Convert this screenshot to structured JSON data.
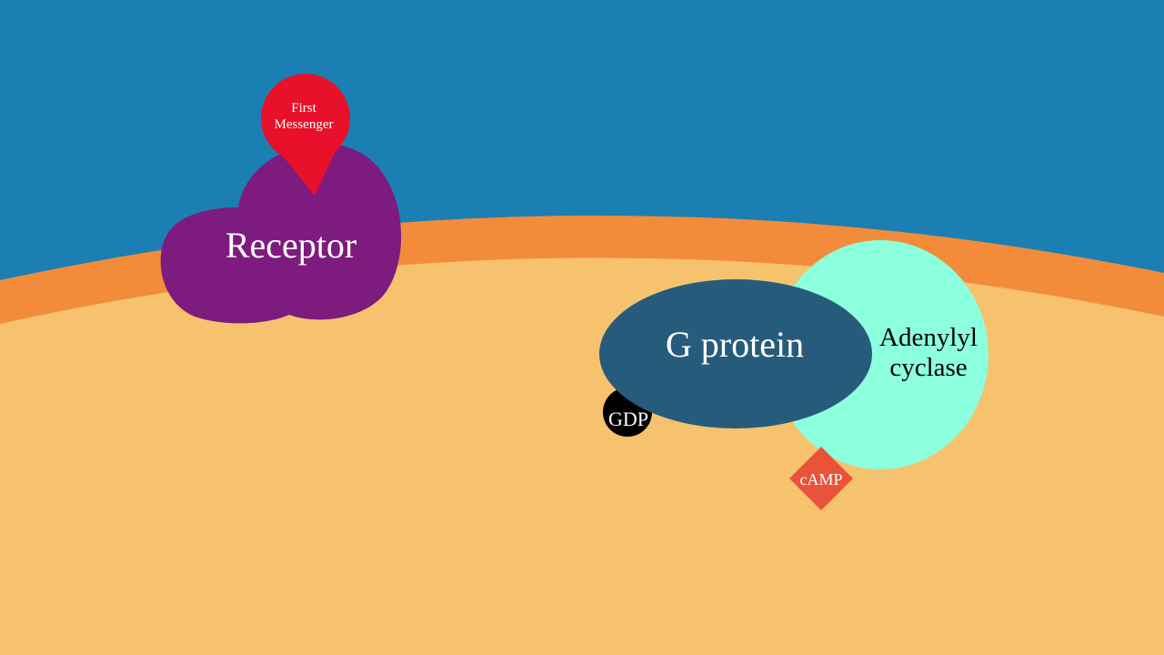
{
  "labels": {
    "first_messenger_line1": "First",
    "first_messenger_line2": "Messenger",
    "receptor": "Receptor",
    "g_protein": "G protein",
    "adenylyl_cyclase_line1": "Adenylyl",
    "adenylyl_cyclase_line2": "cyclase",
    "gdp": "GDP",
    "camp": "cAMP"
  },
  "colors": {
    "extracellular": "#1b7fb3",
    "membrane": "#f28c3a",
    "cytoplasm": "#f6c26e",
    "receptor": "#7d1b7e",
    "first_messenger": "#e8102a",
    "g_protein": "#275b7b",
    "adenylyl_cyclase": "#8cffdd",
    "gdp": "#000000",
    "camp": "#e8533a"
  }
}
